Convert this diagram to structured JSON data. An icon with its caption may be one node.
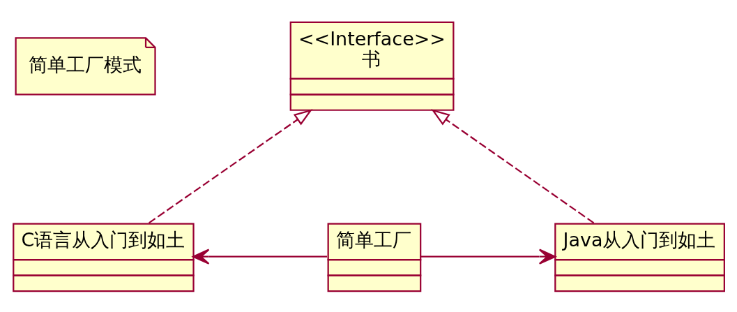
{
  "diagram": {
    "nodes": [
      {
        "text": [
          "简单工厂模式"
        ]
      },
      {
        "text": [
          "<<Interface>>",
          "书"
        ]
      },
      {
        "text": [
          "简单工厂"
        ]
      },
      {
        "text": [
          "C语言从入门到如土"
        ]
      },
      {
        "text": [
          "Java从入门到如土"
        ]
      }
    ],
    "edges": [
      {
        "from": 3,
        "to": 1,
        "arrow": "to",
        "style": "dashed"
      },
      {
        "from": 4,
        "to": 1,
        "arrow": "to",
        "style": "dashed"
      },
      {
        "from": 2,
        "to": 3,
        "arrow": "to"
      },
      {
        "from": 2,
        "to": 4,
        "arrow": "to"
      }
    ]
  }
}
